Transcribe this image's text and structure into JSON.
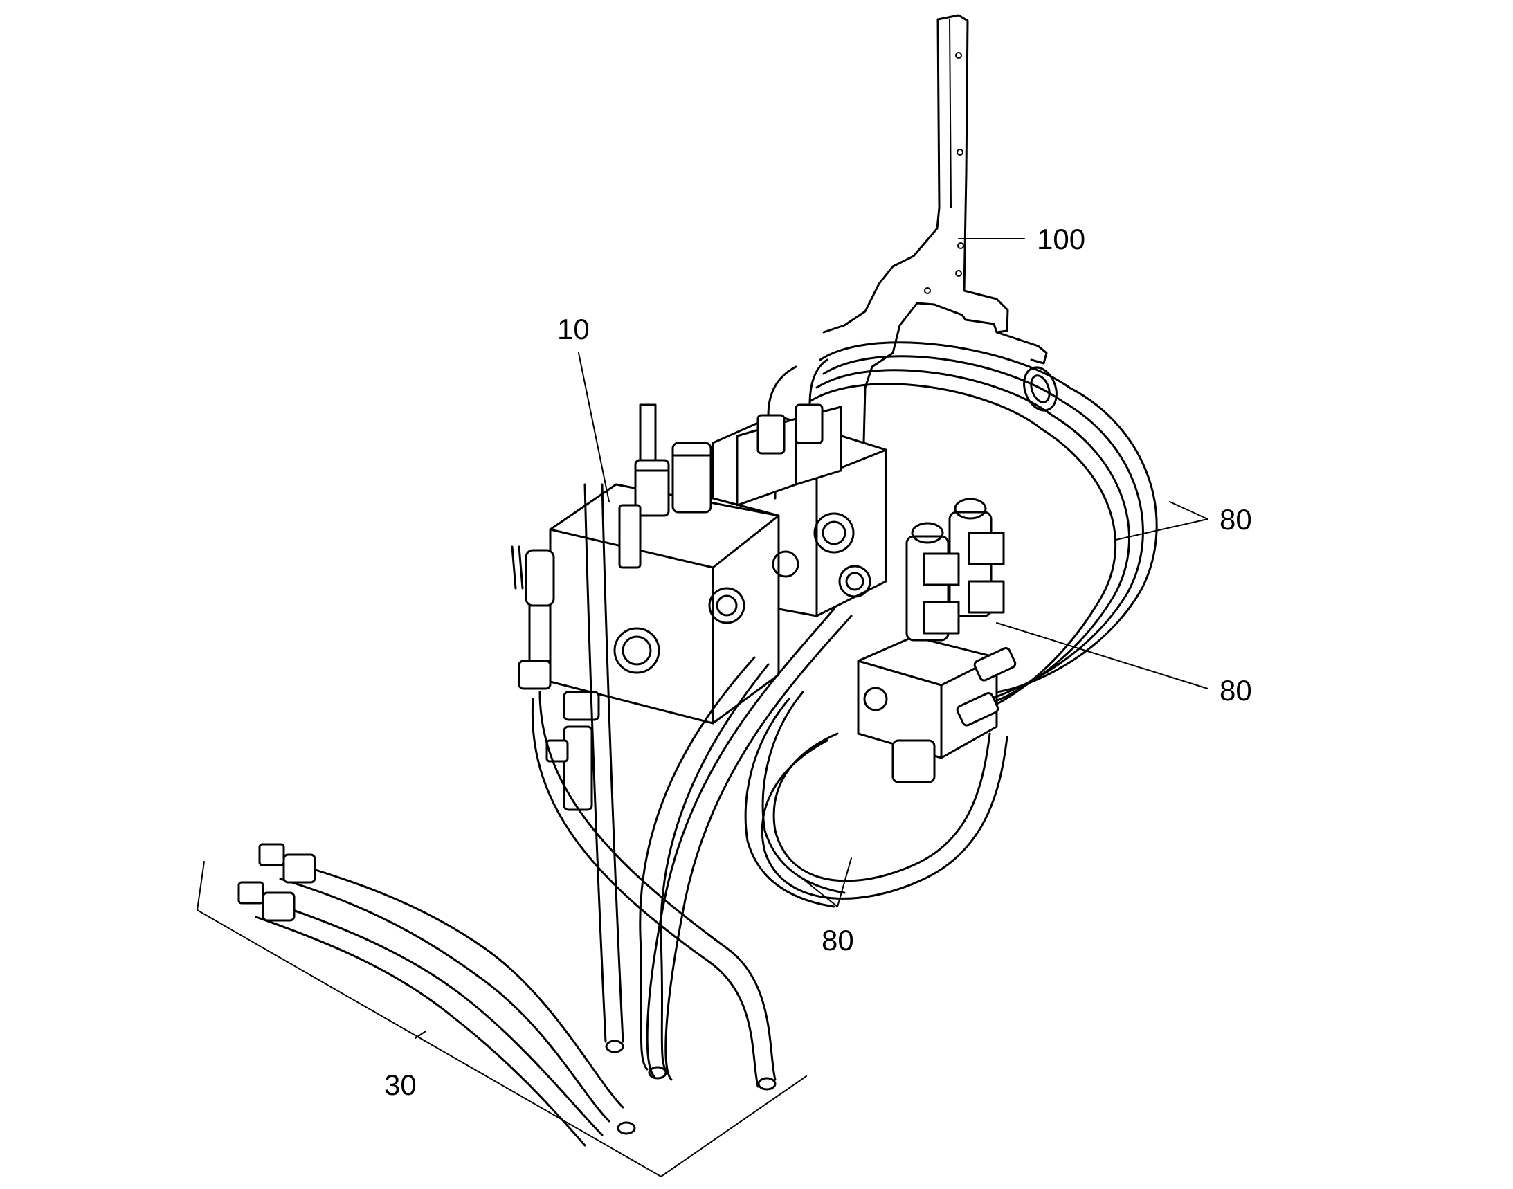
{
  "callouts": {
    "c10": "10",
    "c30": "30",
    "c80_right_upper": "80",
    "c80_right_lower": "80",
    "c80_bottom": "80",
    "c100": "100"
  }
}
